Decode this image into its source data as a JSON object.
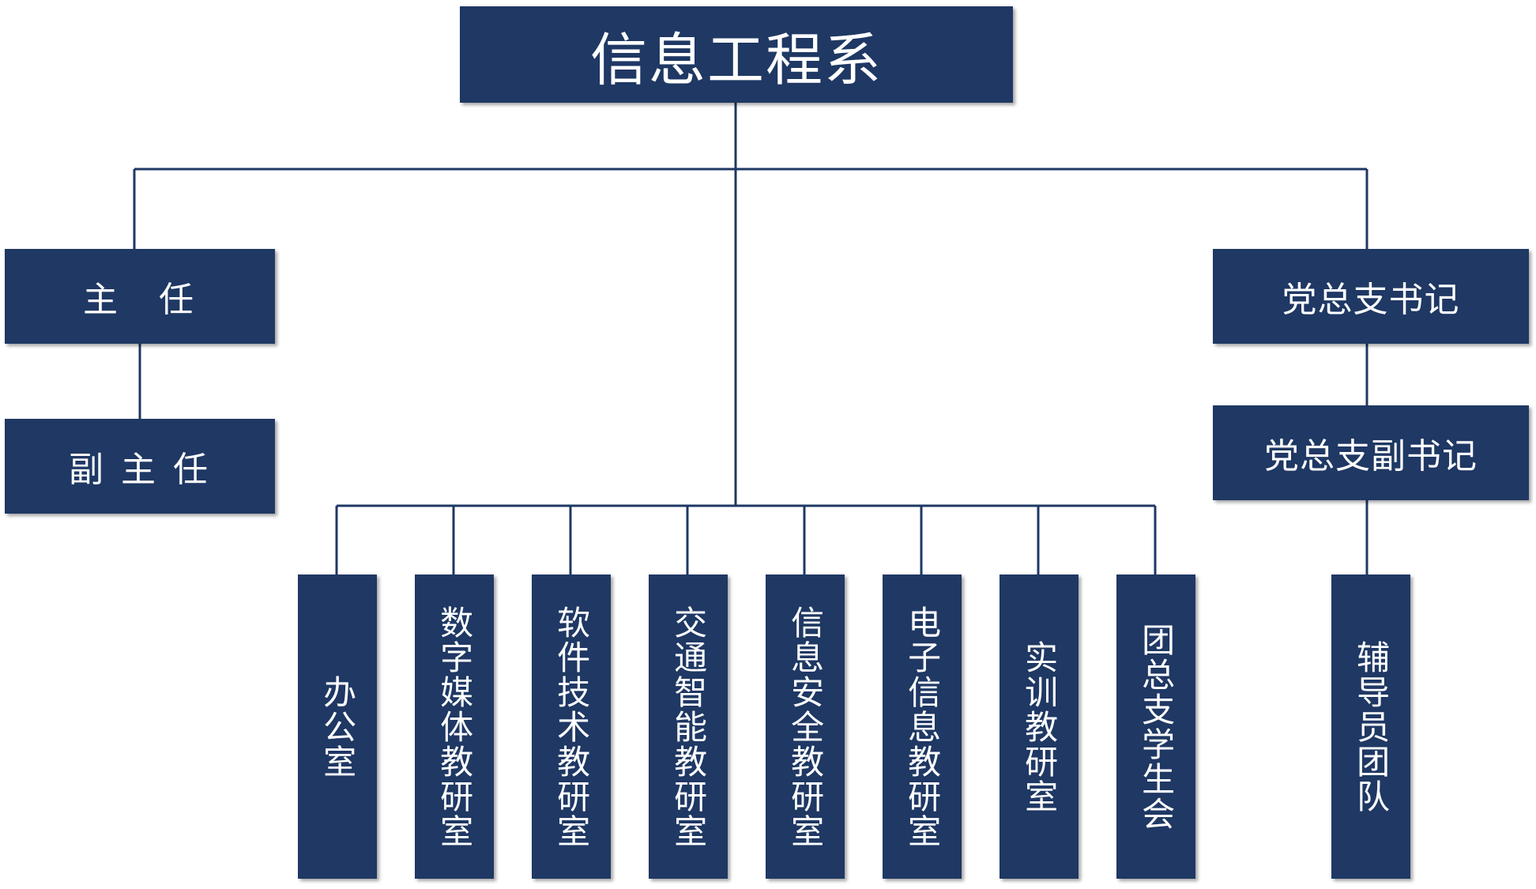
{
  "root": {
    "label": "信息工程系"
  },
  "left_branch": {
    "director": "主　任",
    "deputy_director": "副 主 任"
  },
  "right_branch": {
    "party_secretary": "党总支书记",
    "party_deputy_secretary": "党总支副书记",
    "counselor_team": "辅导员团队"
  },
  "units": [
    {
      "label": "办公室"
    },
    {
      "label": "数字媒体教研室"
    },
    {
      "label": "软件技术教研室"
    },
    {
      "label": "交通智能教研室"
    },
    {
      "label": "信息安全教研室"
    },
    {
      "label": "电子信息教研室"
    },
    {
      "label": "实训教研室"
    },
    {
      "label": "团总支学生会"
    }
  ],
  "colors": {
    "box_fill": "#1f3864",
    "connector": "#1f3864",
    "text": "#ffffff"
  }
}
